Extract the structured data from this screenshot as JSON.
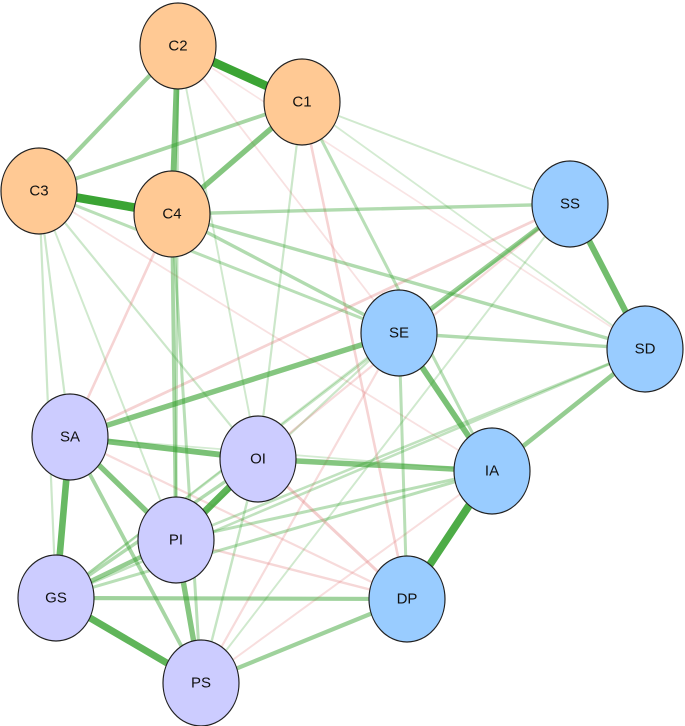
{
  "groups": {
    "orange": {
      "fill": "#FFC994",
      "stroke": "#222222"
    },
    "blue": {
      "fill": "#99CCFF",
      "stroke": "#222222"
    },
    "purple": {
      "fill": "#CCCCFF",
      "stroke": "#222222"
    }
  },
  "nodes": [
    {
      "id": "C2",
      "label": "C2",
      "group": "orange"
    },
    {
      "id": "C1",
      "label": "C1",
      "group": "orange"
    },
    {
      "id": "C3",
      "label": "C3",
      "group": "orange"
    },
    {
      "id": "C4",
      "label": "C4",
      "group": "orange"
    },
    {
      "id": "SS",
      "label": "SS",
      "group": "blue"
    },
    {
      "id": "SE",
      "label": "SE",
      "group": "blue"
    },
    {
      "id": "SD",
      "label": "SD",
      "group": "blue"
    },
    {
      "id": "IA",
      "label": "IA",
      "group": "blue"
    },
    {
      "id": "DP",
      "label": "DP",
      "group": "blue"
    },
    {
      "id": "SA",
      "label": "SA",
      "group": "purple"
    },
    {
      "id": "OI",
      "label": "OI",
      "group": "purple"
    },
    {
      "id": "PI",
      "label": "PI",
      "group": "purple"
    },
    {
      "id": "GS",
      "label": "GS",
      "group": "purple"
    },
    {
      "id": "PS",
      "label": "PS",
      "group": "purple"
    }
  ],
  "edge_colors": {
    "positive": "#33A02C",
    "negative": "#E07070"
  },
  "edges": [
    {
      "source": "C2",
      "target": "C1",
      "weight": 0.95,
      "sign": "positive"
    },
    {
      "source": "C3",
      "target": "C4",
      "weight": 0.95,
      "sign": "positive"
    },
    {
      "source": "C2",
      "target": "C4",
      "weight": 0.6,
      "sign": "positive"
    },
    {
      "source": "C1",
      "target": "C4",
      "weight": 0.55,
      "sign": "positive"
    },
    {
      "source": "C2",
      "target": "C3",
      "weight": 0.4,
      "sign": "positive"
    },
    {
      "source": "C1",
      "target": "C3",
      "weight": 0.35,
      "sign": "positive"
    },
    {
      "source": "SS",
      "target": "SD",
      "weight": 0.65,
      "sign": "positive"
    },
    {
      "source": "SE",
      "target": "IA",
      "weight": 0.6,
      "sign": "positive"
    },
    {
      "source": "IA",
      "target": "DP",
      "weight": 0.85,
      "sign": "positive"
    },
    {
      "source": "SE",
      "target": "SS",
      "weight": 0.45,
      "sign": "positive"
    },
    {
      "source": "SD",
      "target": "IA",
      "weight": 0.45,
      "sign": "positive"
    },
    {
      "source": "SE",
      "target": "SD",
      "weight": 0.3,
      "sign": "positive"
    },
    {
      "source": "SE",
      "target": "SA",
      "weight": 0.55,
      "sign": "positive"
    },
    {
      "source": "SA",
      "target": "OI",
      "weight": 0.6,
      "sign": "positive"
    },
    {
      "source": "OI",
      "target": "PI",
      "weight": 0.75,
      "sign": "positive"
    },
    {
      "source": "OI",
      "target": "IA",
      "weight": 0.55,
      "sign": "positive"
    },
    {
      "source": "SA",
      "target": "GS",
      "weight": 0.7,
      "sign": "positive"
    },
    {
      "source": "SA",
      "target": "PI",
      "weight": 0.55,
      "sign": "positive"
    },
    {
      "source": "GS",
      "target": "PS",
      "weight": 0.75,
      "sign": "positive"
    },
    {
      "source": "PI",
      "target": "PS",
      "weight": 0.55,
      "sign": "positive"
    },
    {
      "source": "PI",
      "target": "GS",
      "weight": 0.45,
      "sign": "positive"
    },
    {
      "source": "GS",
      "target": "DP",
      "weight": 0.4,
      "sign": "positive"
    },
    {
      "source": "PS",
      "target": "DP",
      "weight": 0.4,
      "sign": "positive"
    },
    {
      "source": "SA",
      "target": "PS",
      "weight": 0.35,
      "sign": "positive"
    },
    {
      "source": "GS",
      "target": "OI",
      "weight": 0.3,
      "sign": "positive"
    },
    {
      "source": "PI",
      "target": "IA",
      "weight": 0.25,
      "sign": "positive"
    },
    {
      "source": "GS",
      "target": "IA",
      "weight": 0.25,
      "sign": "positive"
    },
    {
      "source": "SE",
      "target": "DP",
      "weight": 0.25,
      "sign": "positive"
    },
    {
      "source": "C4",
      "target": "SS",
      "weight": 0.3,
      "sign": "positive"
    },
    {
      "source": "C4",
      "target": "SE",
      "weight": 0.3,
      "sign": "positive"
    },
    {
      "source": "C4",
      "target": "SD",
      "weight": 0.3,
      "sign": "positive"
    },
    {
      "source": "C3",
      "target": "SE",
      "weight": 0.25,
      "sign": "positive"
    },
    {
      "source": "C1",
      "target": "IA",
      "weight": 0.25,
      "sign": "positive"
    },
    {
      "source": "C4",
      "target": "PI",
      "weight": 0.35,
      "sign": "positive"
    },
    {
      "source": "C4",
      "target": "PS",
      "weight": 0.25,
      "sign": "positive"
    },
    {
      "source": "C2",
      "target": "PI",
      "weight": 0.2,
      "sign": "positive"
    },
    {
      "source": "C3",
      "target": "SA",
      "weight": 0.15,
      "sign": "positive"
    },
    {
      "source": "C3",
      "target": "GS",
      "weight": 0.15,
      "sign": "positive"
    },
    {
      "source": "C3",
      "target": "OI",
      "weight": 0.15,
      "sign": "positive"
    },
    {
      "source": "C1",
      "target": "OI",
      "weight": 0.15,
      "sign": "positive"
    },
    {
      "source": "C3",
      "target": "PI",
      "weight": 0.12,
      "sign": "positive"
    },
    {
      "source": "C2",
      "target": "OI",
      "weight": 0.12,
      "sign": "positive"
    },
    {
      "source": "C1",
      "target": "SS",
      "weight": 0.12,
      "sign": "positive"
    },
    {
      "source": "C1",
      "target": "SD",
      "weight": 0.1,
      "sign": "positive"
    },
    {
      "source": "SS",
      "target": "GS",
      "weight": 0.18,
      "sign": "positive"
    },
    {
      "source": "SD",
      "target": "GS",
      "weight": 0.2,
      "sign": "positive"
    },
    {
      "source": "SD",
      "target": "PI",
      "weight": 0.2,
      "sign": "positive"
    },
    {
      "source": "SS",
      "target": "PS",
      "weight": 0.12,
      "sign": "positive"
    },
    {
      "source": "SE",
      "target": "GS",
      "weight": 0.12,
      "sign": "positive"
    },
    {
      "source": "SE",
      "target": "PI",
      "weight": 0.15,
      "sign": "positive"
    },
    {
      "source": "IA",
      "target": "SA",
      "weight": 0.1,
      "sign": "positive"
    },
    {
      "source": "OI",
      "target": "PS",
      "weight": 0.18,
      "sign": "positive"
    },
    {
      "source": "SS",
      "target": "SA",
      "weight": 0.22,
      "sign": "negative"
    },
    {
      "source": "C4",
      "target": "SA",
      "weight": 0.2,
      "sign": "negative"
    },
    {
      "source": "C1",
      "target": "DP",
      "weight": 0.2,
      "sign": "negative"
    },
    {
      "source": "OI",
      "target": "DP",
      "weight": 0.25,
      "sign": "negative"
    },
    {
      "source": "PI",
      "target": "DP",
      "weight": 0.18,
      "sign": "negative"
    },
    {
      "source": "SA",
      "target": "DP",
      "weight": 0.15,
      "sign": "negative"
    },
    {
      "source": "SE",
      "target": "PS",
      "weight": 0.15,
      "sign": "negative"
    },
    {
      "source": "SS",
      "target": "OI",
      "weight": 0.15,
      "sign": "negative"
    },
    {
      "source": "C2",
      "target": "SE",
      "weight": 0.1,
      "sign": "negative"
    },
    {
      "source": "IA",
      "target": "PS",
      "weight": 0.12,
      "sign": "negative"
    },
    {
      "source": "C2",
      "target": "SD",
      "weight": 0.08,
      "sign": "negative"
    },
    {
      "source": "C3",
      "target": "IA",
      "weight": 0.1,
      "sign": "negative"
    }
  ]
}
